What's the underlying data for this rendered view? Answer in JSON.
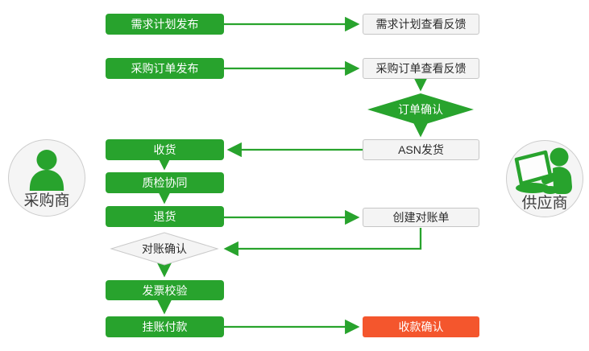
{
  "actors": {
    "left": {
      "label": "采购商",
      "icon": "person-icon"
    },
    "right": {
      "label": "供应商",
      "icon": "person-laptop-icon"
    }
  },
  "nodes": {
    "demand_plan_publish": {
      "label": "需求计划发布",
      "type": "process-buyer"
    },
    "demand_plan_feedback": {
      "label": "需求计划查看反馈",
      "type": "process-supplier"
    },
    "po_publish": {
      "label": "采购订单发布",
      "type": "process-buyer"
    },
    "po_feedback": {
      "label": "采购订单查看反馈",
      "type": "process-supplier"
    },
    "order_confirm": {
      "label": "订单确认",
      "type": "decision-green"
    },
    "asn_ship": {
      "label": "ASN发货",
      "type": "process-supplier"
    },
    "receive": {
      "label": "收货",
      "type": "process-buyer"
    },
    "quality_check": {
      "label": "质检协同",
      "type": "process-buyer"
    },
    "return_goods": {
      "label": "退货",
      "type": "process-buyer"
    },
    "create_statement": {
      "label": "创建对账单",
      "type": "process-supplier"
    },
    "reconcile_confirm": {
      "label": "对账确认",
      "type": "decision-gray"
    },
    "invoice_verify": {
      "label": "发票校验",
      "type": "process-buyer"
    },
    "payment": {
      "label": "挂账付款",
      "type": "process-buyer"
    },
    "receipt_confirm": {
      "label": "收款确认",
      "type": "process-highlight"
    }
  },
  "edges": [
    {
      "from": "demand_plan_publish",
      "to": "demand_plan_feedback"
    },
    {
      "from": "po_publish",
      "to": "po_feedback"
    },
    {
      "from": "po_feedback",
      "to": "order_confirm"
    },
    {
      "from": "order_confirm",
      "to": "asn_ship"
    },
    {
      "from": "asn_ship",
      "to": "receive"
    },
    {
      "from": "receive",
      "to": "quality_check"
    },
    {
      "from": "quality_check",
      "to": "return_goods"
    },
    {
      "from": "return_goods",
      "to": "create_statement"
    },
    {
      "from": "create_statement",
      "to": "reconcile_confirm"
    },
    {
      "from": "reconcile_confirm",
      "to": "invoice_verify"
    },
    {
      "from": "invoice_verify",
      "to": "payment"
    },
    {
      "from": "payment",
      "to": "receipt_confirm"
    }
  ],
  "colors": {
    "green": "#28a32d",
    "red": "#f4562d",
    "gray_fill": "#f4f4f4",
    "gray_border": "#c6c6c6",
    "text_dark": "#2b2b2b",
    "arrow": "#28a32d"
  }
}
